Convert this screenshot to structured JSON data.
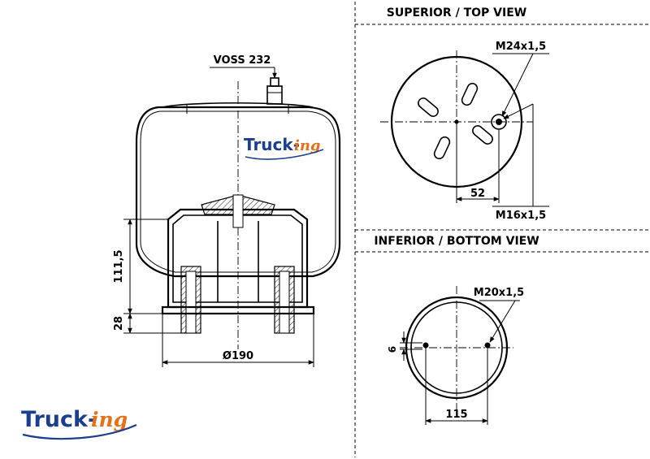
{
  "views": {
    "top_title": "SUPERIOR / TOP VIEW",
    "bottom_title": "INFERIOR / BOTTOM VIEW"
  },
  "side_view": {
    "connector_label": "VOSS 232",
    "height_dim": "111,5",
    "base_dim": "28",
    "diameter_dim": "Ø190",
    "watermark_brand": "Truck-",
    "watermark_suffix": "ing"
  },
  "top_view": {
    "thread_top": "M24x1,5",
    "thread_bottom": "M16x1,5",
    "offset_dim": "52"
  },
  "bottom_view": {
    "thread": "M20x1,5",
    "spacing_dim": "115",
    "small_dim": "6"
  },
  "logo": {
    "brand": "Truck-",
    "suffix": "ing",
    "brand_color": "#1b3f8f",
    "suffix_color": "#e4711a"
  }
}
